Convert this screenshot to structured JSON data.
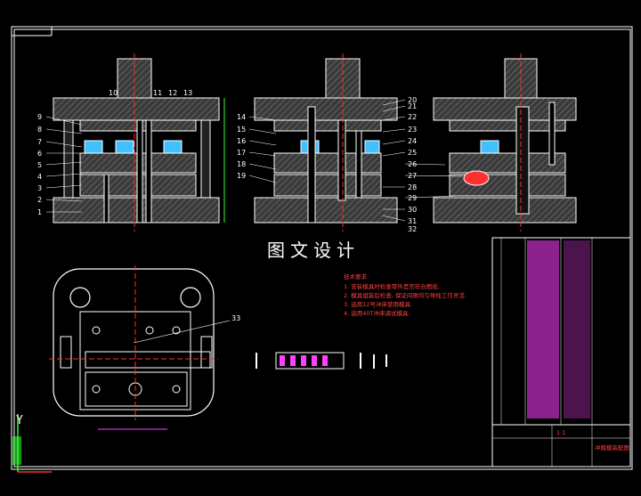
{
  "drawing": {
    "title_cn": "图文设计",
    "section_labels": {
      "left": [
        "1",
        "2",
        "3",
        "4",
        "5",
        "6",
        "7",
        "8",
        "9",
        "10",
        "11",
        "12",
        "13"
      ],
      "middle": [
        "14",
        "15",
        "16",
        "17",
        "18",
        "19",
        "20",
        "21",
        "22",
        "23",
        "24",
        "25",
        "26",
        "27",
        "28",
        "29",
        "30",
        "31",
        "32"
      ],
      "plan": [
        "33"
      ]
    },
    "requirements": {
      "heading": "技术要求:",
      "items": [
        "1. 安装模具时检查零件是否符合图纸.",
        "2. 模具组装后检查, 保证间隙均匀导柱工作灵活.",
        "3. 选用12号冲床使用模具.",
        "4. 选用40T冲床调试模具."
      ]
    },
    "axis": {
      "y": "Y"
    },
    "title_block": {
      "drawing_name": "冲裁模装配图",
      "scale": "1:1"
    }
  },
  "colors": {
    "background": "#000000",
    "line": "#ffffff",
    "center": "#ff3030",
    "magenta": "#ff40ff",
    "cyan": "#40c0ff",
    "green": "#30ff30",
    "yellow": "#ffff40"
  }
}
